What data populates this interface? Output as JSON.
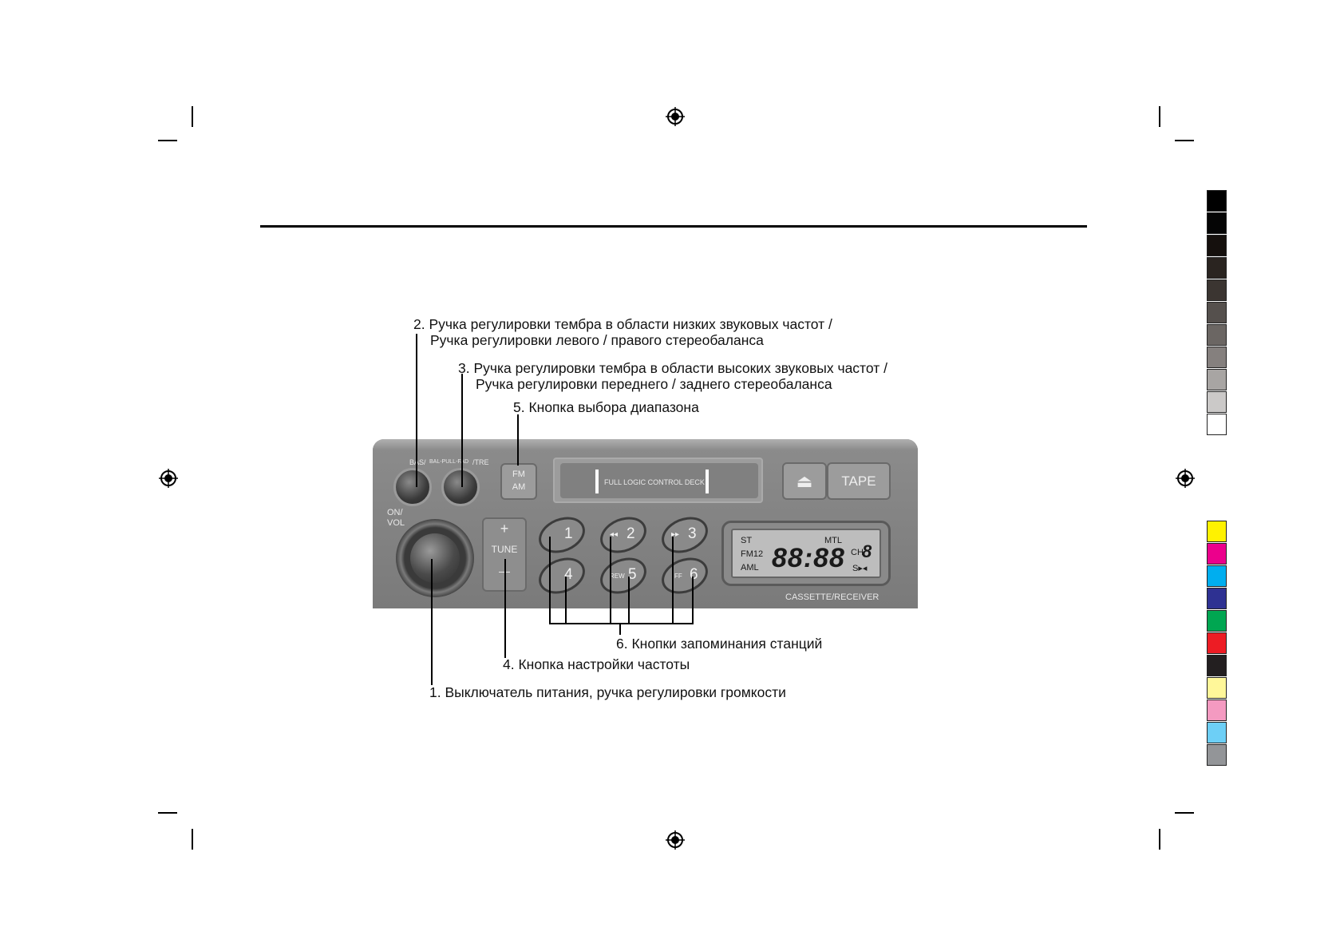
{
  "callouts": {
    "c2_line1": "2. Ручка регулировки тембра в области низких звуковых частот /",
    "c2_line2": "Ручка регулировки левого / правого стереобаланса",
    "c3_line1": "3. Ручка регулировки тембра в области высоких звуковых частот /",
    "c3_line2": "Ручка регулировки переднего / заднего стереобаланса",
    "c5": "5. Кнопка выбора диапазона",
    "c6": "6. Кнопки запоминания станций",
    "c4": "4. Кнопка настройки частоты",
    "c1": "1. Выключатель питания, ручка регулировки громкости"
  },
  "radio": {
    "bas_label": "BAS/",
    "bal_label": "BAL-PULL-FAD",
    "tre_label": "/TRE",
    "on_label": "ON/",
    "vol_label": "VOL",
    "fm": "FM",
    "am": "AM",
    "tune_plus": "+",
    "tune_label": "TUNE",
    "tune_minus": "—",
    "deck_label": "FULL LOGIC CONTROL DECK",
    "eject_symbol": "⏏",
    "tape_label": "TAPE",
    "presets": [
      {
        "num": "1",
        "sym": ""
      },
      {
        "num": "2",
        "sym": "◂◂"
      },
      {
        "num": "3",
        "sym": "▸▸"
      },
      {
        "num": "4",
        "sym": ""
      },
      {
        "num": "5",
        "sym": "REW"
      },
      {
        "num": "6",
        "sym": "FF"
      }
    ],
    "display": {
      "st": "ST",
      "mtl": "MTL",
      "fm12": "FM12",
      "aml": "AML",
      "digits": "88:88",
      "ch": "CH",
      "ch_digit": "8",
      "s_arrow": "S▸◂"
    },
    "model_label": "CASSETTE/RECEIVER"
  },
  "swatches": {
    "grayscale": [
      "#000000",
      "#050505",
      "#15100d",
      "#2a2420",
      "#3b3531",
      "#55504d",
      "#6b6663",
      "#85807e",
      "#a8a5a3",
      "#cbc9c8",
      "#ffffff"
    ],
    "color": [
      "#fff200",
      "#ec008c",
      "#00aeef",
      "#2e3192",
      "#00a651",
      "#ed1c24",
      "#231f20",
      "#fff799",
      "#f49ac1",
      "#6dcff6",
      "#939598"
    ]
  }
}
